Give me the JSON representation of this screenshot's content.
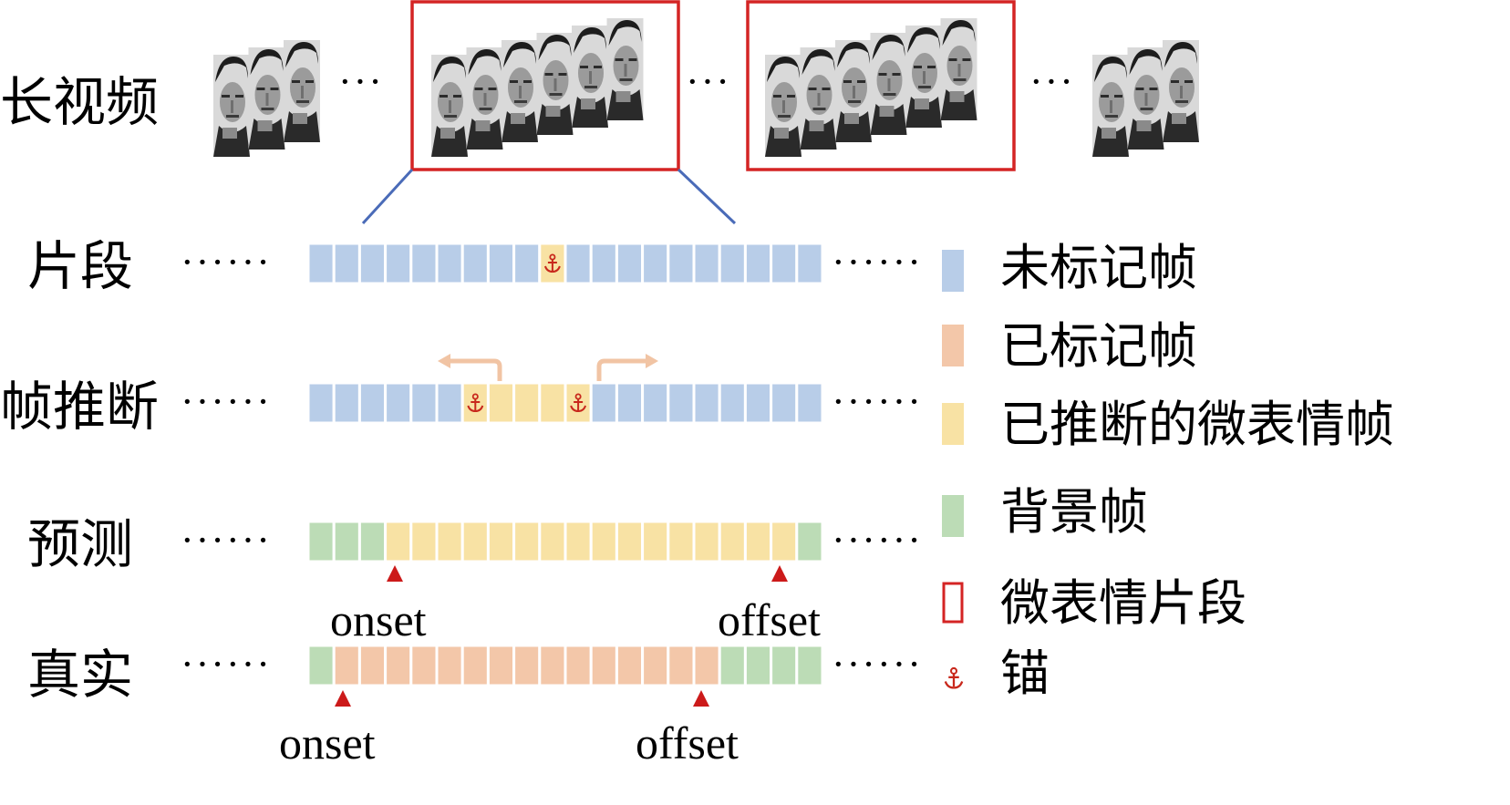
{
  "labels": {
    "long_video": "长视频",
    "clip": "片段",
    "frame_inference": "帧推断",
    "prediction": "预测",
    "ground_truth": "真实"
  },
  "ellipsis_short": "···",
  "ellipsis_long": "······",
  "markers": {
    "pred_onset": "onset",
    "pred_offset": "offset",
    "gt_onset": "onset",
    "gt_offset": "offset"
  },
  "colors": {
    "unlabeled": "#b8cde8",
    "labeled": "#f3c7a9",
    "inferred": "#f8e2a4",
    "background": "#bcdcb6",
    "clip_box": "#d42424",
    "anchor": "#c8281c",
    "marker": "#cc1a1a",
    "connector": "#4a6bb8",
    "arrow": "#f1c4a4"
  },
  "strips": {
    "clip": [
      "u",
      "u",
      "u",
      "u",
      "u",
      "u",
      "u",
      "u",
      "u",
      "i",
      "u",
      "u",
      "u",
      "u",
      "u",
      "u",
      "u",
      "u",
      "u",
      "u"
    ],
    "frame_inference": [
      "u",
      "u",
      "u",
      "u",
      "u",
      "u",
      "i",
      "i",
      "i",
      "i",
      "i",
      "u",
      "u",
      "u",
      "u",
      "u",
      "u",
      "u",
      "u",
      "u"
    ],
    "prediction": [
      "b",
      "b",
      "b",
      "i",
      "i",
      "i",
      "i",
      "i",
      "i",
      "i",
      "i",
      "i",
      "i",
      "i",
      "i",
      "i",
      "i",
      "i",
      "i",
      "b"
    ],
    "ground_truth": [
      "b",
      "l",
      "l",
      "l",
      "l",
      "l",
      "l",
      "l",
      "l",
      "l",
      "l",
      "l",
      "l",
      "l",
      "l",
      "l",
      "b",
      "b",
      "b",
      "b"
    ]
  },
  "anchors": {
    "clip": [
      9
    ],
    "frame_inference": [
      6,
      10
    ]
  },
  "legend": [
    {
      "key": "unlabeled",
      "label": "未标记帧",
      "icon": "swatch-unlabeled"
    },
    {
      "key": "labeled",
      "label": "已标记帧",
      "icon": "swatch-labeled"
    },
    {
      "key": "inferred",
      "label": "已推断的微表情帧",
      "icon": "swatch-inferred"
    },
    {
      "key": "background",
      "label": "背景帧",
      "icon": "swatch-background"
    },
    {
      "key": "clip_box",
      "label": "微表情片段",
      "icon": "red-box-icon"
    },
    {
      "key": "anchor",
      "label": "锚",
      "icon": "anchor-icon"
    }
  ]
}
